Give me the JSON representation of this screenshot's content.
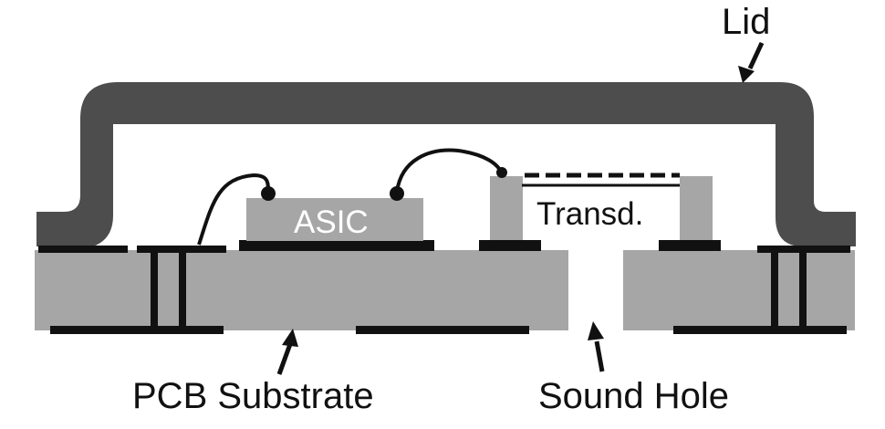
{
  "labels": {
    "lid": "Lid",
    "asic": "ASIC",
    "transducer": "Transd.",
    "pcb_substrate": "PCB Substrate",
    "sound_hole": "Sound Hole"
  },
  "colors": {
    "lid": "#4d4d4d",
    "substrate": "#a6a6a6",
    "component": "#a6a6a6",
    "metal": "#111111",
    "background": "#ffffff"
  }
}
